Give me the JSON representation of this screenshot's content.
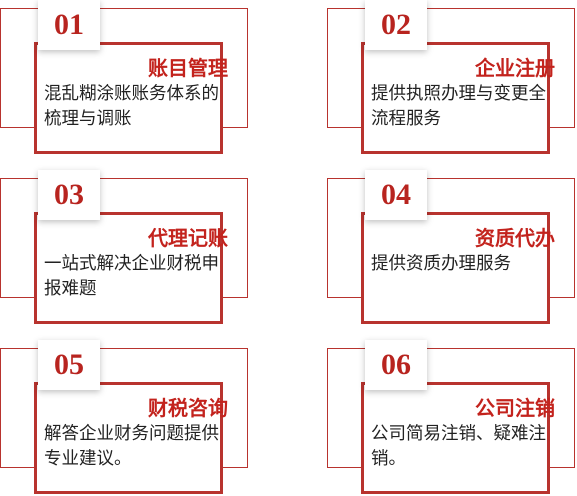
{
  "services": [
    {
      "number": "01",
      "title": "账目管理",
      "desc": "混乱糊涂账账务体系的梳理与调账"
    },
    {
      "number": "02",
      "title": "企业注册",
      "desc": "提供执照办理与变更全流程服务"
    },
    {
      "number": "03",
      "title": "代理记账",
      "desc": "一站式解决企业财税申报难题"
    },
    {
      "number": "04",
      "title": "资质代办",
      "desc": "提供资质办理服务"
    },
    {
      "number": "05",
      "title": "财税咨询",
      "desc": "解答企业财务问题提供专业建议。"
    },
    {
      "number": "06",
      "title": "公司注销",
      "desc": "公司简易注销、疑难注销。"
    }
  ],
  "colors": {
    "accent": "#b8332e",
    "title": "#c3231d"
  }
}
